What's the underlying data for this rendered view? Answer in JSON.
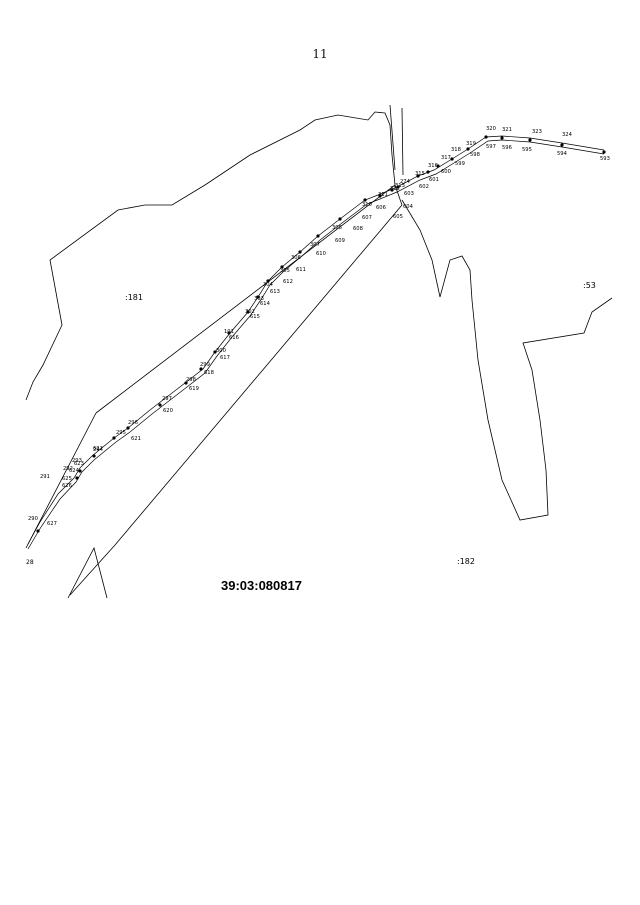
{
  "page_number": "11",
  "cadastral_number": "39:03:080817",
  "parcels": [
    ":181",
    ":182",
    ":53"
  ],
  "partial_label": "28",
  "points_upper": [
    "290",
    "291",
    "292",
    "293",
    "294",
    "295",
    "296",
    "297",
    "298",
    "299",
    "300",
    "101",
    "302",
    "303",
    "304",
    "305",
    "306",
    "307",
    "308",
    "310",
    "311",
    "312",
    "313",
    "274",
    "315",
    "316",
    "317",
    "318",
    "319",
    "320",
    "321",
    "323",
    "324"
  ],
  "points_lower": [
    "627",
    "626",
    "625",
    "624",
    "623",
    "622",
    "621",
    "620",
    "619",
    "618",
    "617",
    "616",
    "615",
    "614",
    "613",
    "612",
    "611",
    "610",
    "609",
    "608",
    "607",
    "606",
    "603",
    "602",
    "601",
    "600",
    "599",
    "598",
    "597",
    "596",
    "595",
    "594",
    "593"
  ],
  "points_corridor": [
    "604",
    "605"
  ]
}
